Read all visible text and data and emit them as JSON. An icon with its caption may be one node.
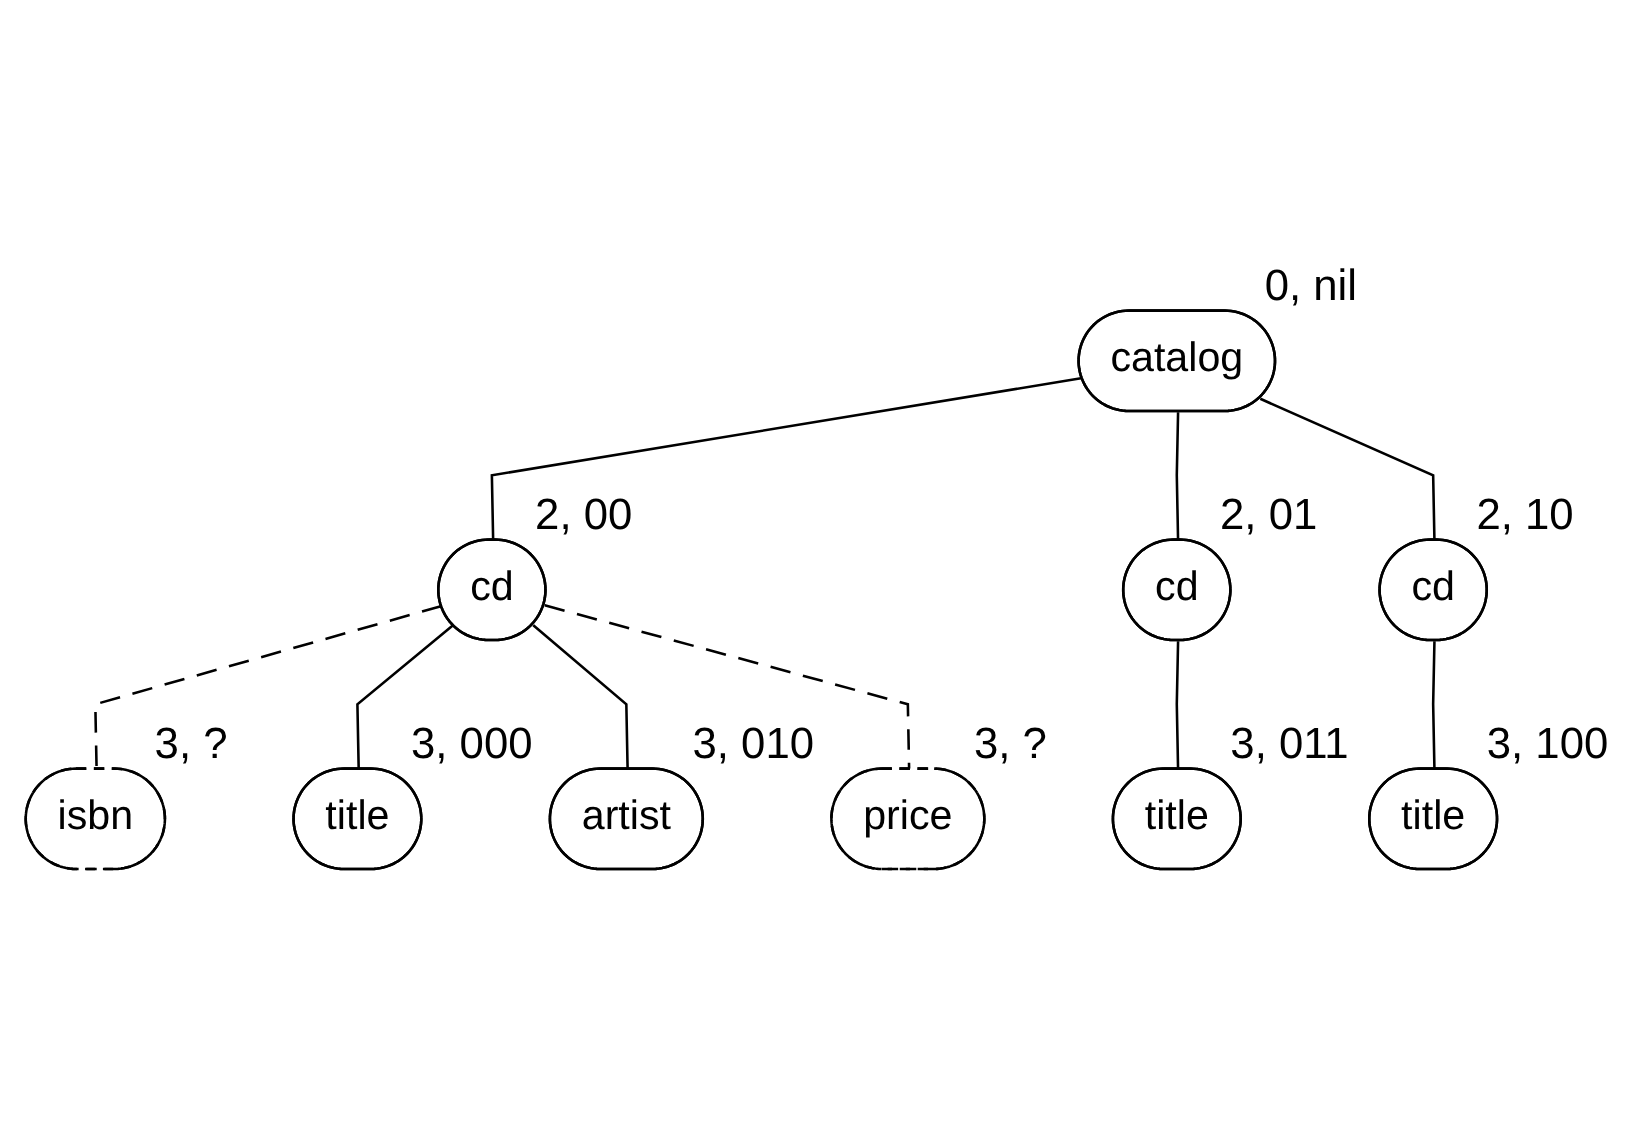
{
  "diagram": {
    "nodes": [
      {
        "text": [
          "catalog"
        ],
        "beside": [
          "0, nil"
        ]
      },
      {
        "text": [
          "cd"
        ],
        "beside": [
          "2, 00"
        ]
      },
      {
        "text": [
          "cd"
        ],
        "beside": [
          "2, 01"
        ]
      },
      {
        "text": [
          "cd"
        ],
        "beside": [
          "2, 10"
        ]
      },
      {
        "text": [
          "isbn"
        ],
        "beside": [
          "3, ?"
        ]
      },
      {
        "text": [
          "title"
        ],
        "beside": [
          "3, 000"
        ]
      },
      {
        "text": [
          "artist"
        ],
        "beside": [
          "3, 010"
        ]
      },
      {
        "text": [
          "title"
        ],
        "beside": [
          "3, 011"
        ]
      },
      {
        "text": [
          "title"
        ],
        "beside": [
          "3, 100"
        ]
      },
      {
        "text": [
          "price"
        ],
        "beside": [
          "3, ?"
        ]
      }
    ],
    "edges": [
      {
        "from": 0,
        "to": 1,
        "arrow": "none"
      },
      {
        "from": 0,
        "to": 2,
        "arrow": "none"
      },
      {
        "from": 0,
        "to": 3,
        "arrow": "none"
      },
      {
        "from": 1,
        "to": 4,
        "arrow": "none",
        "style": "dashed"
      },
      {
        "from": 1,
        "to": 5,
        "arrow": "none"
      },
      {
        "from": 1,
        "to": 6,
        "arrow": "none"
      },
      {
        "from": 2,
        "to": 7,
        "arrow": "none"
      },
      {
        "from": 3,
        "to": 8,
        "arrow": "none"
      },
      {
        "from": 1,
        "to": 9,
        "arrow": "none",
        "style": "dashed"
      }
    ]
  }
}
